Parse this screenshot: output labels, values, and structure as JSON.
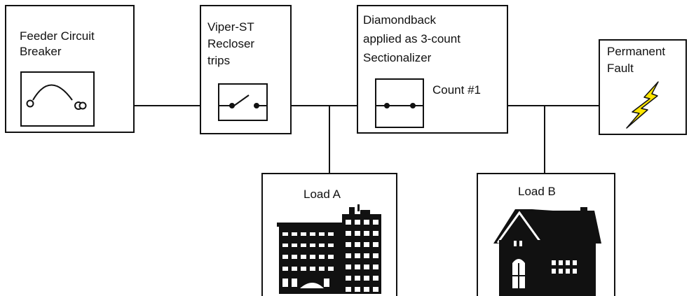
{
  "blocks": {
    "breaker": {
      "lines": [
        "Feeder Circuit",
        "Breaker"
      ]
    },
    "recloser": {
      "lines": [
        "Viper-ST",
        "Recloser",
        "trips"
      ]
    },
    "sectionalizer": {
      "lines": [
        "Diamondback",
        "applied as 3-count",
        "Sectionalizer"
      ],
      "count_label": "Count #1"
    },
    "fault": {
      "lines": [
        "Permanent",
        "Fault"
      ],
      "bolt_color": "#ffe600"
    },
    "load_a": {
      "label": "Load A"
    },
    "load_b": {
      "label": "Load B"
    }
  },
  "colors": {
    "line": "#111111",
    "background": "#ffffff"
  }
}
